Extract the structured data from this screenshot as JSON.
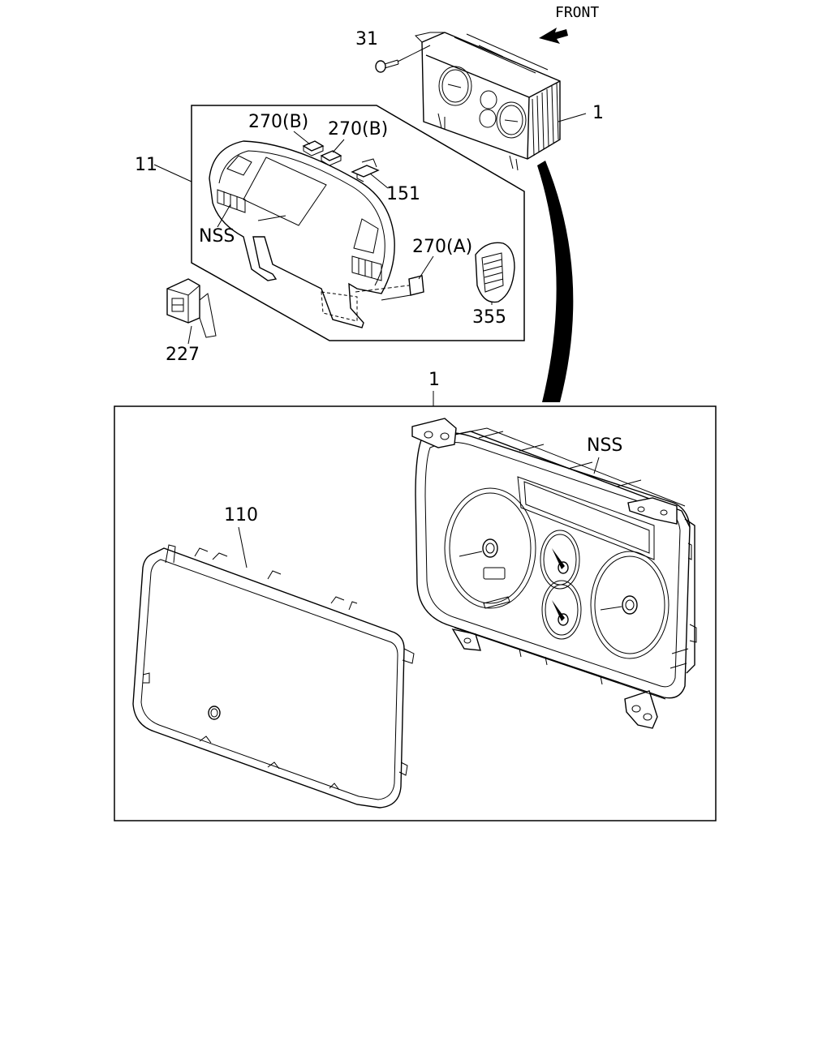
{
  "front_label": "FRONT",
  "callouts": {
    "c31": "31",
    "c1_top": "1",
    "c270b_1": "270(B)",
    "c270b_2": "270(B)",
    "c11": "11",
    "c151": "151",
    "c_nss_left": "NSS",
    "c270a": "270(A)",
    "c355": "355",
    "c227": "227",
    "c1_main": "1",
    "c_nss_right": "NSS",
    "c110": "110"
  }
}
